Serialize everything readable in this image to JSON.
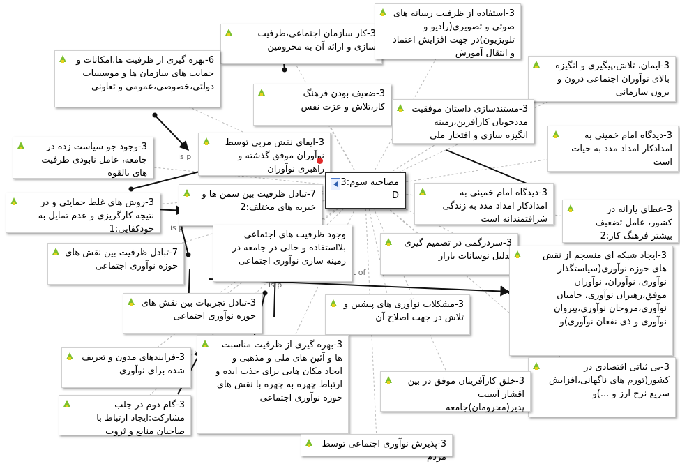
{
  "center_node": {
    "label": "مصاحبه سوم:3 D"
  },
  "nodes": [
    {
      "id": "n01",
      "label": "3-كار سازمان اجتماعی،ظرفيت سازی و ارائه آن به محرومين"
    },
    {
      "id": "n02",
      "label": "3-استفاده از ظرفيت رسانه های صوتی و تصويری(راديو و تلويزيون)در جهت افزايش اعتماد و انتقال آموزش"
    },
    {
      "id": "n03",
      "label": "6-بهره گيری از ظرفيت ها،امكانات و حمايت های سازمان ها و موسسات دولتی،خصوصی،عمومی و تعاونی"
    },
    {
      "id": "n04",
      "label": "3-ايمان، تلاش،پيگيری و انگيزه بالای نوآوران اجتماعی درون و برون سازمانی"
    },
    {
      "id": "n05",
      "label": "3-ضعيف بودن فرهنگ كار،تلاش و عزت نفس"
    },
    {
      "id": "n06",
      "label": "3-مستندسازی داستان موفقيت مددجويان كارآفرين،زمينه انگيزه سازی و افتخار ملی"
    },
    {
      "id": "n07",
      "label": "3-ديدگاه امام خمينی به امدادكار امداد مدد به حيات است"
    },
    {
      "id": "n08",
      "label": "3-وجود جو سياست زده در جامعه، عامل نابودی ظرفيت های بالقوه"
    },
    {
      "id": "n09",
      "label": "3-ايفای نقش مربی توسط نوآوران موفق گذشته و راهبری نوآوران"
    },
    {
      "id": "n10",
      "label": "3-ديدگاه امام خمينی به امدادكار امداد مدد به زندگی شرافتمندانه است"
    },
    {
      "id": "n11",
      "label": "3-روش های غلط حمايتی و در نتيجه كارگريزی و عدم تمايل به خودكفايی:1"
    },
    {
      "id": "n12",
      "label": "7-تبادل ظرفيت بين سمن ها و خيريه های مختلف:2"
    },
    {
      "id": "n13",
      "label": "3-عطای يارانه در كشور، عامل تضعيف بيشتر فرهنگ كار:2"
    },
    {
      "id": "n14",
      "label": "وجود ظرفيت های اجتماعی بلااستفاده و خالی در جامعه در زمينه سازی نوآوری اجتماعی"
    },
    {
      "id": "n15",
      "label": "3-سردرگمی در تصميم گيری بدليل نوسانات بازار"
    },
    {
      "id": "n16",
      "label": "7-تبادل ظرفيت بين نقش های حوزه نوآوری اجتماعی"
    },
    {
      "id": "n17",
      "label": "3-ايجاد شبكه ای منسجم از نقش های حوزه نوآوری(سياستگذار نوآوری، نوآوران، نوآوران موفق،رهبران نوآوری، حاميان نوآوری،مروجان نوآوری،پيروان نوآوری و ذی نفعان نوآوری)و"
    },
    {
      "id": "n18",
      "label": "3-تبادل تجربيات بين نقش های حوزه نوآوری اجتماعی"
    },
    {
      "id": "n19",
      "label": "3-مشكلات نوآوری های پيشين و تلاش در جهت اصلاح آن"
    },
    {
      "id": "n20",
      "label": "3-فرايندهای مدون و تعريف شده برای نوآوری"
    },
    {
      "id": "n21",
      "label": "3-بهره گيری از ظرفيت مناسبت ها و آئين های ملی و مذهبی و ايجاد مكان هايی برای جذب ايده و ارتباط چهره به چهره با نقش های حوزه نوآوری اجتماعی"
    },
    {
      "id": "n22",
      "label": "3-بی ثباتی اقتصادی در كشور(تورم های ناگهانی،افزايش سريع نرخ ارز و ...)و"
    },
    {
      "id": "n23",
      "label": "3-خلق كارآفرينان موفق در بين اقشار آسيب پذير(محرومان)جامعه"
    },
    {
      "id": "n24",
      "label": "3-گام دوم در جلب مشاركت:ايجاد ارتباط با صاحبان منابع و ثروت"
    },
    {
      "id": "n25",
      "label": "3-پذيرش نوآوری اجتماعی توسط مردم"
    }
  ],
  "edge_labels": [
    "is p",
    "is p",
    "is p",
    "t of"
  ],
  "colors": {
    "icon_green": "#7dc02e",
    "icon_yellow": "#e7d21e",
    "dashed_edge": "#b9b9b9",
    "solid_edge": "#111111",
    "center_dot": "#e02a2a"
  }
}
